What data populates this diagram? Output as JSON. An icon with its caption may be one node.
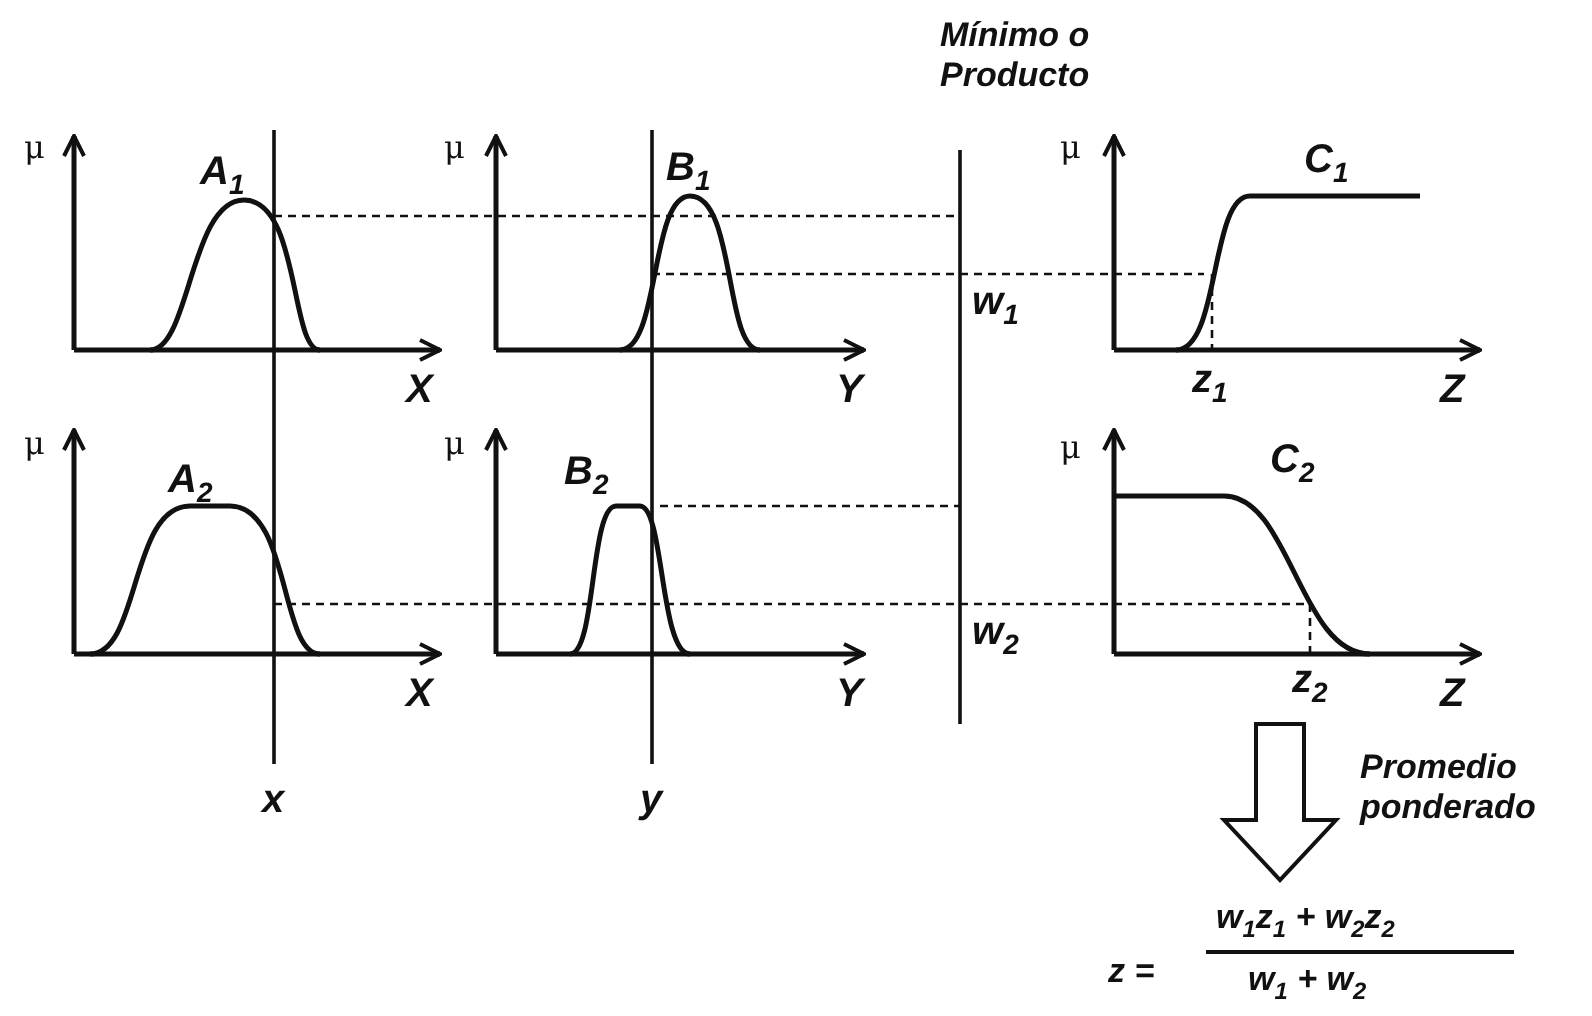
{
  "diagram": {
    "labels": [
      "Mínimo o Producto",
      "μ",
      "A$_{1}$",
      "μ",
      "B$_{1}$",
      "μ",
      "C$_{1}$",
      "w$_{1}$",
      "X",
      "Y",
      "z$_{1}$",
      "Z",
      "μ",
      "A$_{2}$",
      "μ",
      "B$_{2}$",
      "μ",
      "C$_{2}$",
      "w$_{2}$",
      "X",
      "Y",
      "z$_{2}$",
      "Z",
      "x",
      "y",
      "Promedio ponderado",
      "z =",
      "w$_{1}$z$_{1}$ + w$_{2}$z$_{2}$",
      "w$_{1}$ + w$_{2}$"
    ]
  }
}
